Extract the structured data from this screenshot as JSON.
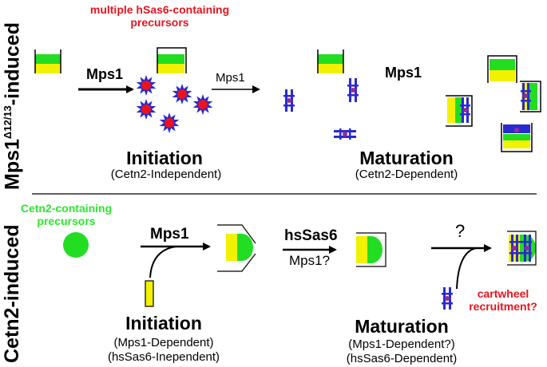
{
  "side_labels": {
    "top_main": "Mps1",
    "top_sup": "Δ12/13",
    "top_suffix": "-induced",
    "bottom": "Cetn2-induced"
  },
  "top": {
    "note_line1": "multiple hSas6-containing",
    "note_line2": "precursors",
    "arrow1_label": "Mps1",
    "arrow2_label": "Mps1",
    "maturation_label_right": "Mps1",
    "initiation_title": "Initiation",
    "initiation_sub": "(Cetn2-Independent)",
    "maturation_title": "Maturation",
    "maturation_sub": "(Cetn2-Dependent)"
  },
  "bottom": {
    "precursor_line1": "Cetn2-containing",
    "precursor_line2": "precursors",
    "arrow1_label": "Mps1",
    "arrow2_label": "hsSas6",
    "arrow2_sublabel": "Mps1?",
    "question_mark": "?",
    "cartwheel_line1": "cartwheel",
    "cartwheel_line2": "recruitment?",
    "initiation_title": "Initiation",
    "initiation_sub1": "(Mps1-Dependent)",
    "initiation_sub2": "(hsSas6-Inependent)",
    "maturation_title": "Maturation",
    "maturation_sub1": "(Mps1-Dependent?)",
    "maturation_sub2": "(hsSas6-Dependent)"
  },
  "colors": {
    "green": "#22dd22",
    "yellow": "#f2f200",
    "red": "#e8141c",
    "blue": "#2a2ad0",
    "purple": "#9a2a9a"
  }
}
